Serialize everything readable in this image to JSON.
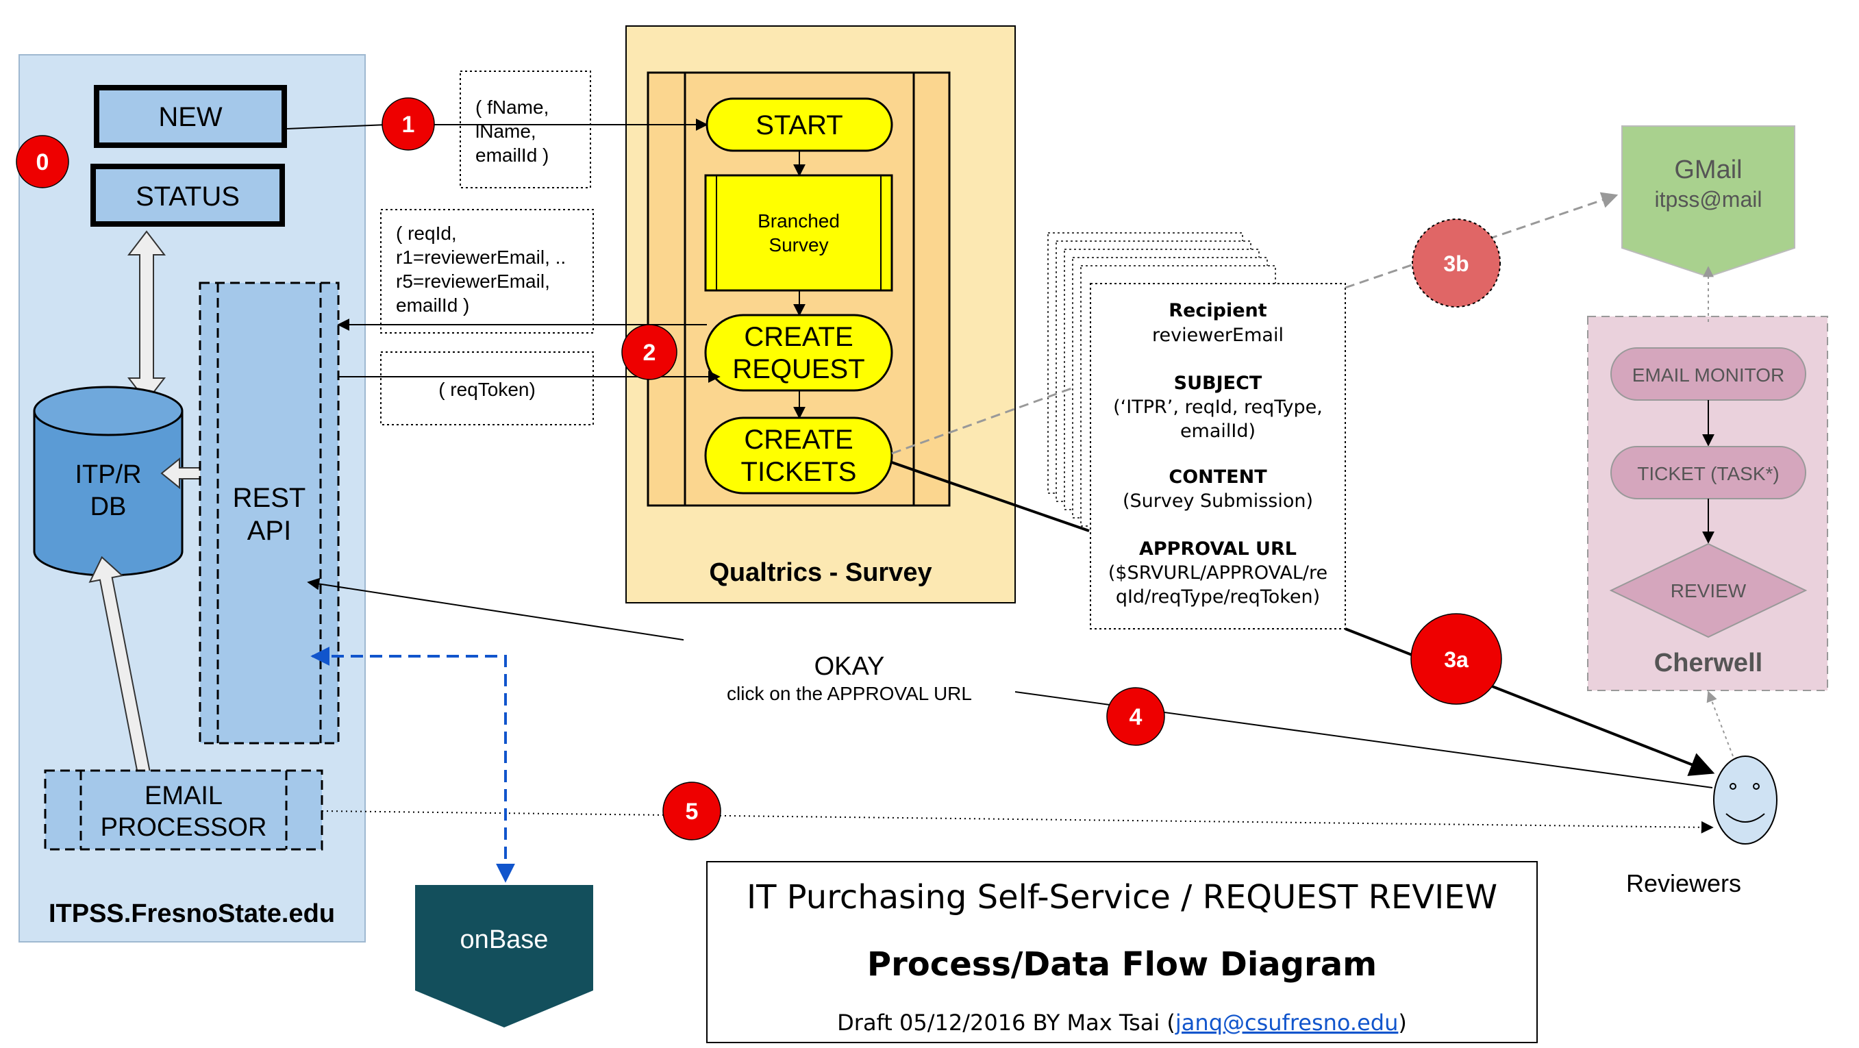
{
  "colors": {
    "itpss_bg": "#cfe2f3",
    "node_blue": "#a4c8ea",
    "db_blue": "#5b9bd5",
    "qualtrics_bg": "#fce8b2",
    "qualtrics_inner": "#fbd68f",
    "yellow": "#ffff00",
    "badge_red": "#ee0000",
    "gmail_green": "#a9d18e",
    "cherwell_bg": "#ead1dc",
    "cherwell_node": "#d5a6bd",
    "onbase": "#134f5c",
    "dashed_blue": "#1155cc",
    "reviewer_face": "#cfe2f3"
  },
  "itpss": {
    "label": "ITPSS.FresnoState.edu",
    "new_label": "NEW",
    "status_label": "STATUS",
    "db_line1": "ITP/R",
    "db_line2": "DB",
    "rest_line1": "REST",
    "rest_line2": "API",
    "email_line1": "EMAIL",
    "email_line2": "PROCESSOR"
  },
  "badges": {
    "b0": "0",
    "b1": "1",
    "b2": "2",
    "b3a": "3a",
    "b3b": "3b",
    "b4": "4",
    "b5": "5"
  },
  "notes": {
    "n1": {
      "line1": "( fName,",
      "line2": "lName,",
      "line3": "emailId )"
    },
    "n2": {
      "line1": "( reqId,",
      "line2": "r1=reviewerEmail, ..",
      "line3": "r5=reviewerEmail,",
      "line4": "emailId )"
    },
    "n3": {
      "line1": "( reqToken)"
    }
  },
  "qualtrics": {
    "label": "Qualtrics - Survey",
    "start": "START",
    "branched_line1": "Branched",
    "branched_line2": "Survey",
    "create_request_line1": "CREATE",
    "create_request_line2": "REQUEST",
    "create_tickets_line1": "CREATE",
    "create_tickets_line2": "TICKETS"
  },
  "email_template": {
    "recipient_head": "Recipient",
    "recipient_value": "reviewerEmail",
    "subject_head": "SUBJECT",
    "subject_line1": "(‘ITPR’, reqId, reqType,",
    "subject_line2": "emailId)",
    "content_head": "CONTENT",
    "content_value": "(Survey Submission)",
    "approval_head": "APPROVAL URL",
    "approval_line1": "($SRVURL/APPROVAL/re",
    "approval_line2": "qId/reqType/reqToken)"
  },
  "gmail": {
    "line1": "GMail",
    "line2": "itpss@mail"
  },
  "cherwell": {
    "label": "Cherwell",
    "email_monitor": "EMAIL MONITOR",
    "ticket": "TICKET (TASK*)",
    "review": "REVIEW"
  },
  "okay": {
    "title": "OKAY",
    "subtitle": "click on the  APPROVAL URL"
  },
  "reviewers": {
    "label": "Reviewers"
  },
  "onbase": {
    "label": "onBase"
  },
  "title_box": {
    "line1": "IT Purchasing Self-Service / REQUEST REVIEW",
    "line2": "Process/Data Flow Diagram",
    "draft_prefix": "Draft 05/12/2016 BY Max Tsai (",
    "draft_email": "janq@csufresno.edu",
    "draft_suffix": ")"
  }
}
